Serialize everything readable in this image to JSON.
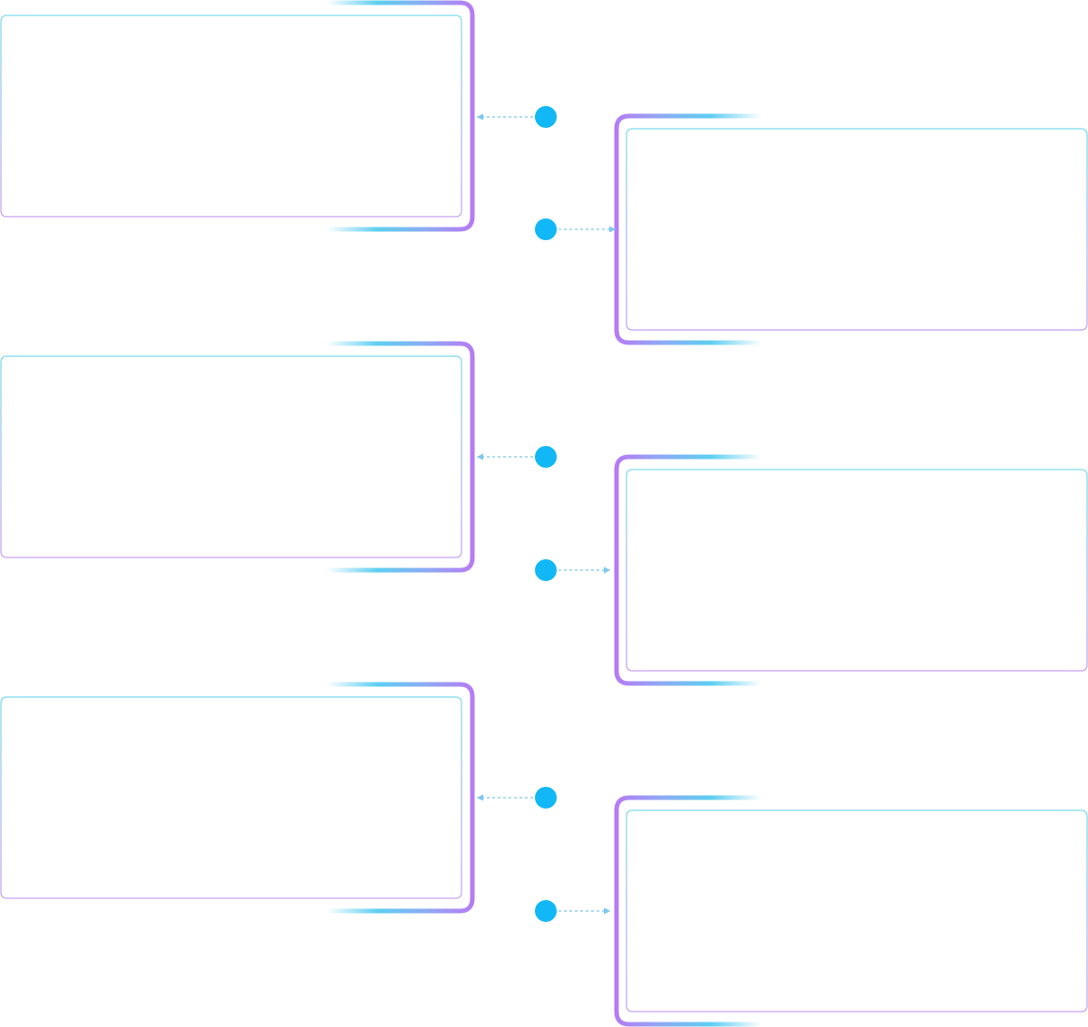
{
  "colors": {
    "timeline_top": "#4fc3f7",
    "timeline_bottom": "#b57cf5",
    "node": "#11b8f5",
    "connector": "#7cc8f0",
    "frame_purple": "#b57cf5",
    "frame_cyan": "#4cc9f0",
    "card_border_cyan": "#5bd0ea",
    "card_border_purple": "#b98af0"
  },
  "cards": [
    {
      "id": "card-1",
      "side": "left",
      "text": ""
    },
    {
      "id": "card-2",
      "side": "right",
      "text": ""
    },
    {
      "id": "card-3",
      "side": "left",
      "text": ""
    },
    {
      "id": "card-4",
      "side": "right",
      "text": ""
    },
    {
      "id": "card-5",
      "side": "left",
      "text": ""
    },
    {
      "id": "card-6",
      "side": "right",
      "text": ""
    }
  ],
  "nodes": [
    {
      "id": "node-1",
      "direction": "left"
    },
    {
      "id": "node-2",
      "direction": "right"
    },
    {
      "id": "node-3",
      "direction": "left"
    },
    {
      "id": "node-4",
      "direction": "right"
    },
    {
      "id": "node-5",
      "direction": "left"
    },
    {
      "id": "node-6",
      "direction": "right"
    }
  ]
}
